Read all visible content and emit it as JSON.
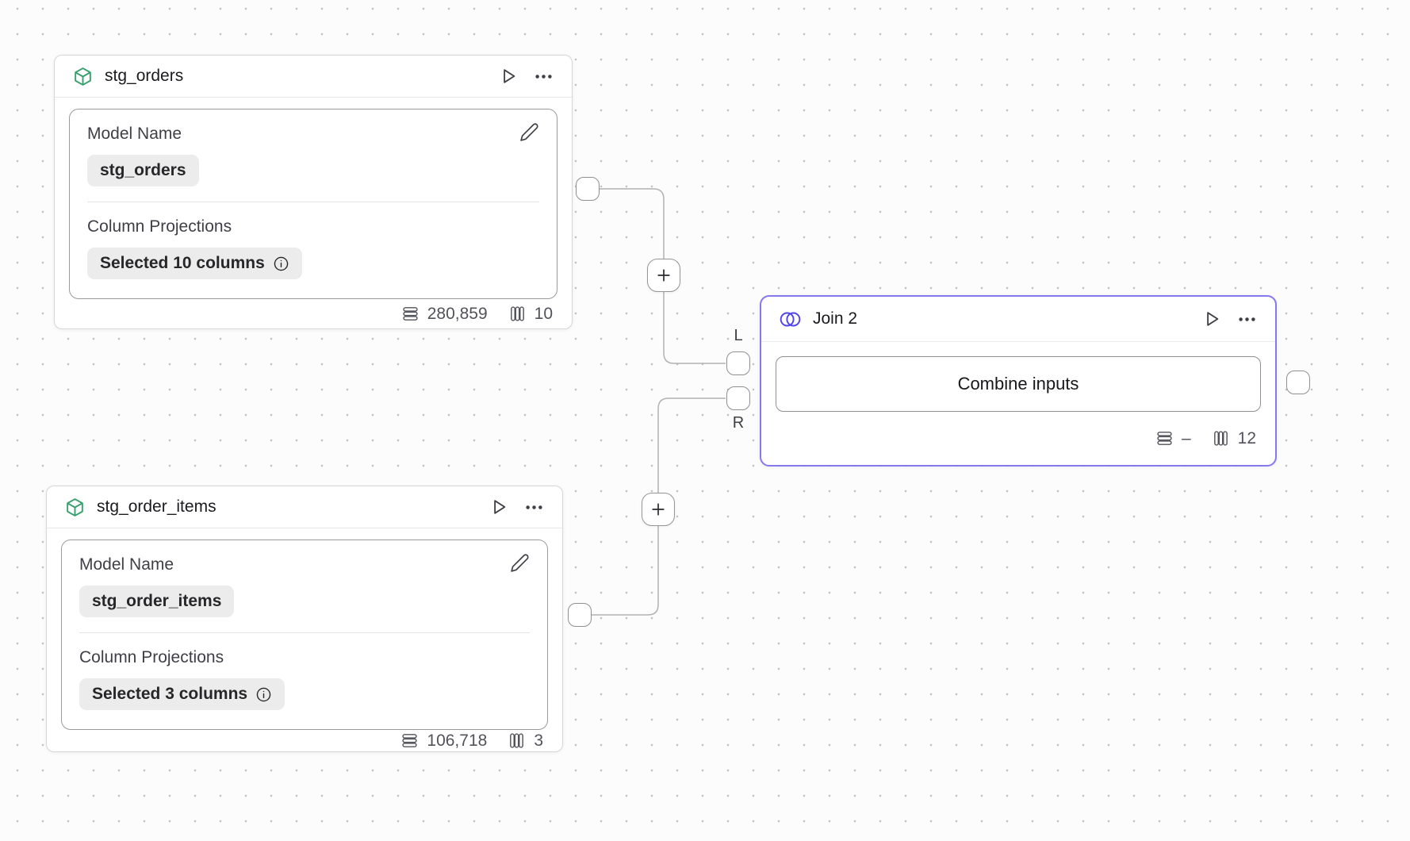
{
  "canvas": {
    "background_color": "#fcfcfc",
    "grid_dot_color": "#c2c2c2"
  },
  "colors": {
    "node_border": "#d6d6d6",
    "inner_card_border": "#9a9a9a",
    "join_selected_border": "#8678f0",
    "join_icon_accent": "#4f46e5",
    "model_icon_accent": "#3aa070",
    "edge_stroke": "#b1b1b1",
    "pill_background": "#ececec",
    "stats_text": "#52525b"
  },
  "nodes": {
    "stg_orders": {
      "title": "stg_orders",
      "model_name_label": "Model Name",
      "model_name_value": "stg_orders",
      "column_projections_label": "Column Projections",
      "column_projections_value": "Selected 10 columns",
      "row_count": "280,859",
      "column_count": "10"
    },
    "stg_order_items": {
      "title": "stg_order_items",
      "model_name_label": "Model Name",
      "model_name_value": "stg_order_items",
      "column_projections_label": "Column Projections",
      "column_projections_value": "Selected 3 columns",
      "row_count": "106,718",
      "column_count": "3"
    },
    "join": {
      "title": "Join 2",
      "combine_button_label": "Combine inputs",
      "row_count": "–",
      "column_count": "12",
      "left_port_label": "L",
      "right_port_label": "R"
    }
  },
  "icons": {
    "model_icon": "cube-outline",
    "join_icon": "overlapping-circles",
    "run_icon": "play-triangle",
    "menu_icon": "ellipsis",
    "edit_icon": "pencil",
    "info_icon": "info-circle",
    "rows_icon": "stacked-rows",
    "columns_icon": "vertical-columns",
    "add_icon": "plus"
  }
}
